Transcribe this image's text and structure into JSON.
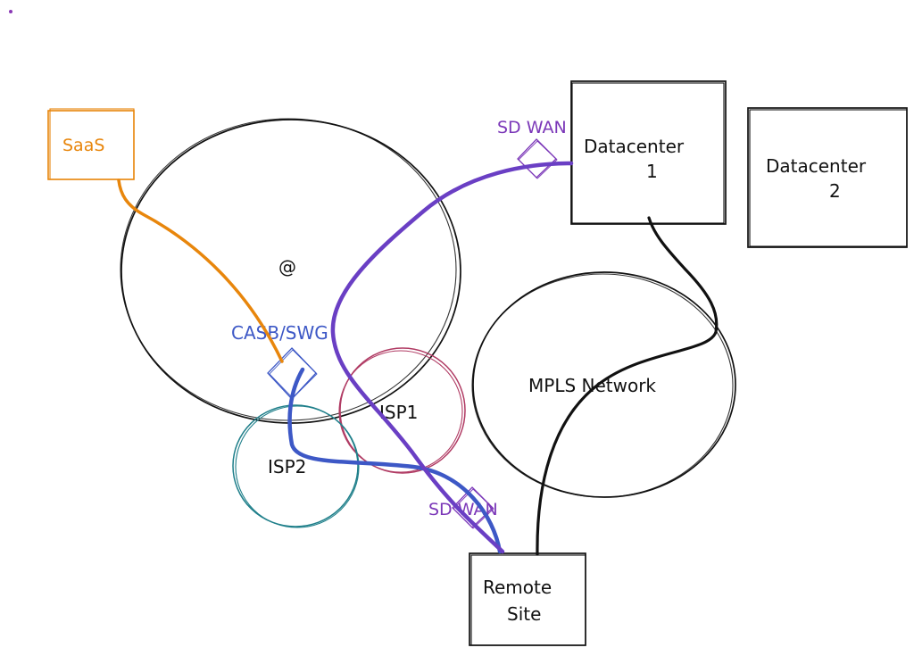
{
  "nodes": {
    "saas": {
      "label": "SaaS",
      "color": "#e8860c"
    },
    "internet": {
      "label": "@"
    },
    "casb": {
      "label": "CASB/SWG",
      "color": "#3d58c6"
    },
    "isp1": {
      "label": "ISP1",
      "color": "#b03a63"
    },
    "isp2": {
      "label": "ISP2",
      "color": "#1f7f8a"
    },
    "sdwan_dc": {
      "label": "SD WAN",
      "color": "#7b37b8"
    },
    "sdwan_remote": {
      "label": "SD WAN",
      "color": "#7b37b8"
    },
    "datacenter1": {
      "line1": "Datacenter",
      "line2": "1"
    },
    "datacenter2": {
      "line1": "Datacenter",
      "line2": "2"
    },
    "mpls": {
      "label": "MPLS Network"
    },
    "remote_site": {
      "line1": "Remote",
      "line2": "Site"
    }
  },
  "connections": [
    {
      "from": "saas",
      "to": "casb",
      "color": "#e8860c"
    },
    {
      "from": "casb",
      "to": "remote_site",
      "color": "#3d58c6"
    },
    {
      "from": "datacenter1",
      "to": "remote_site",
      "color": "#6a3fc4"
    },
    {
      "from": "datacenter1",
      "to": "remote_site",
      "via": "mpls",
      "color": "#111111"
    }
  ],
  "colors": {
    "background": "#ffffff",
    "ink": "#111111",
    "dot": "#8a38b5"
  }
}
